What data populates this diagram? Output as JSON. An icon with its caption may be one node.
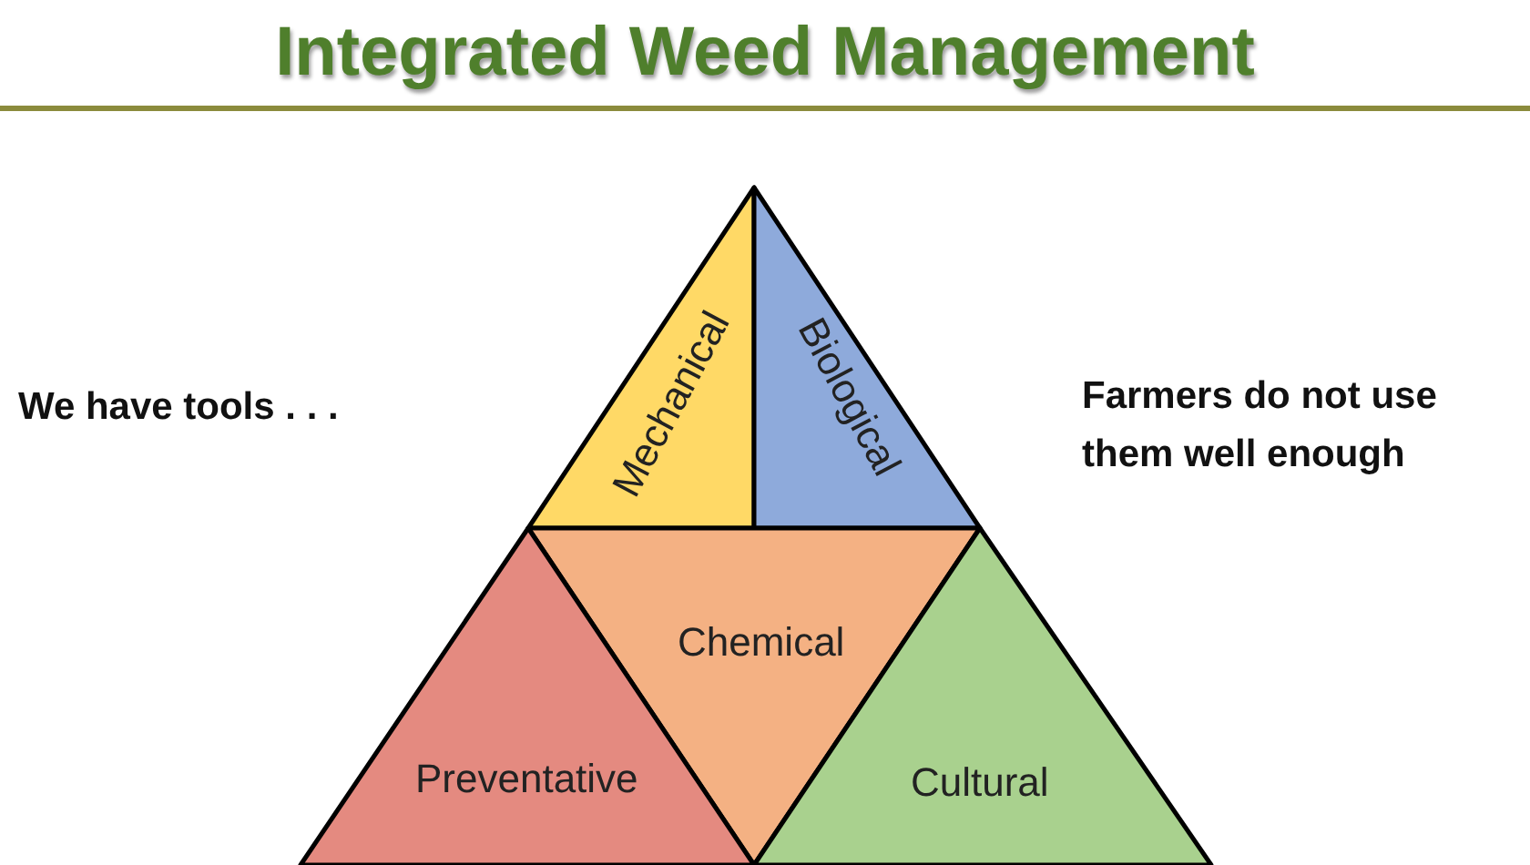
{
  "diagram": {
    "title": "Integrated Weed Management",
    "nodes": [
      {
        "text": [
          "Mechanical"
        ]
      },
      {
        "text": [
          "Biological"
        ]
      },
      {
        "text": [
          "Chemical"
        ]
      },
      {
        "text": [
          "Preventative"
        ]
      },
      {
        "text": [
          "Cultural"
        ]
      }
    ],
    "labels": [
      "We have tools . . .",
      "Farmers do not use them well enough"
    ]
  }
}
